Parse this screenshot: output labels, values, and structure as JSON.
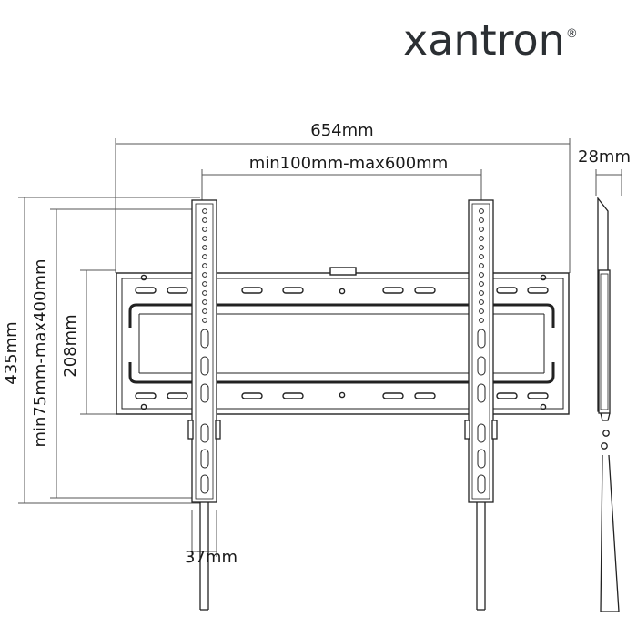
{
  "brand": {
    "name": "xantron",
    "registered_mark": "®"
  },
  "dimensions": {
    "overall_width": "654mm",
    "hole_spacing_horizontal": "min100mm-max600mm",
    "depth": "28mm",
    "overall_height": "435mm",
    "hole_spacing_vertical": "min75mm-max400mm",
    "plate_height": "208mm",
    "arm_width": "37mm"
  }
}
